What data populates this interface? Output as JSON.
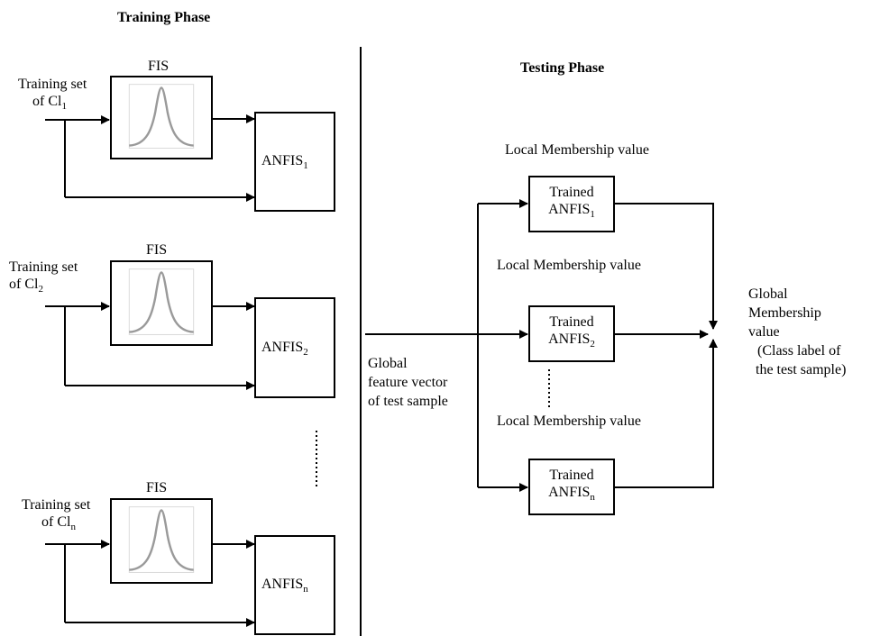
{
  "training": {
    "title": "Training Phase",
    "groups": [
      {
        "fis_label": "FIS",
        "input_line1": "Training set",
        "input_line2_prefix": "of Cl",
        "input_sub": "1",
        "anfis_prefix": "ANFIS",
        "anfis_sub": "1"
      },
      {
        "fis_label": "FIS",
        "input_line1": "Training set",
        "input_line2_prefix": "of Cl",
        "input_sub": "2",
        "anfis_prefix": "ANFIS",
        "anfis_sub": "2"
      },
      {
        "fis_label": "FIS",
        "input_line1": "Training set",
        "input_line2_prefix": "of Cl",
        "input_sub": "n",
        "anfis_prefix": "ANFIS",
        "anfis_sub": "n"
      }
    ]
  },
  "testing": {
    "title": "Testing Phase",
    "local_label": "Local Membership value",
    "trained_prefix": "Trained",
    "anfis_prefix": "ANFIS",
    "trained": [
      {
        "sub": "1"
      },
      {
        "sub": "2"
      },
      {
        "sub": "n"
      }
    ],
    "input_lines": [
      "Global",
      "feature vector",
      "of test sample"
    ],
    "output_lines": [
      "Global",
      "Membership",
      "value",
      "(Class label of",
      "the test sample)"
    ]
  }
}
